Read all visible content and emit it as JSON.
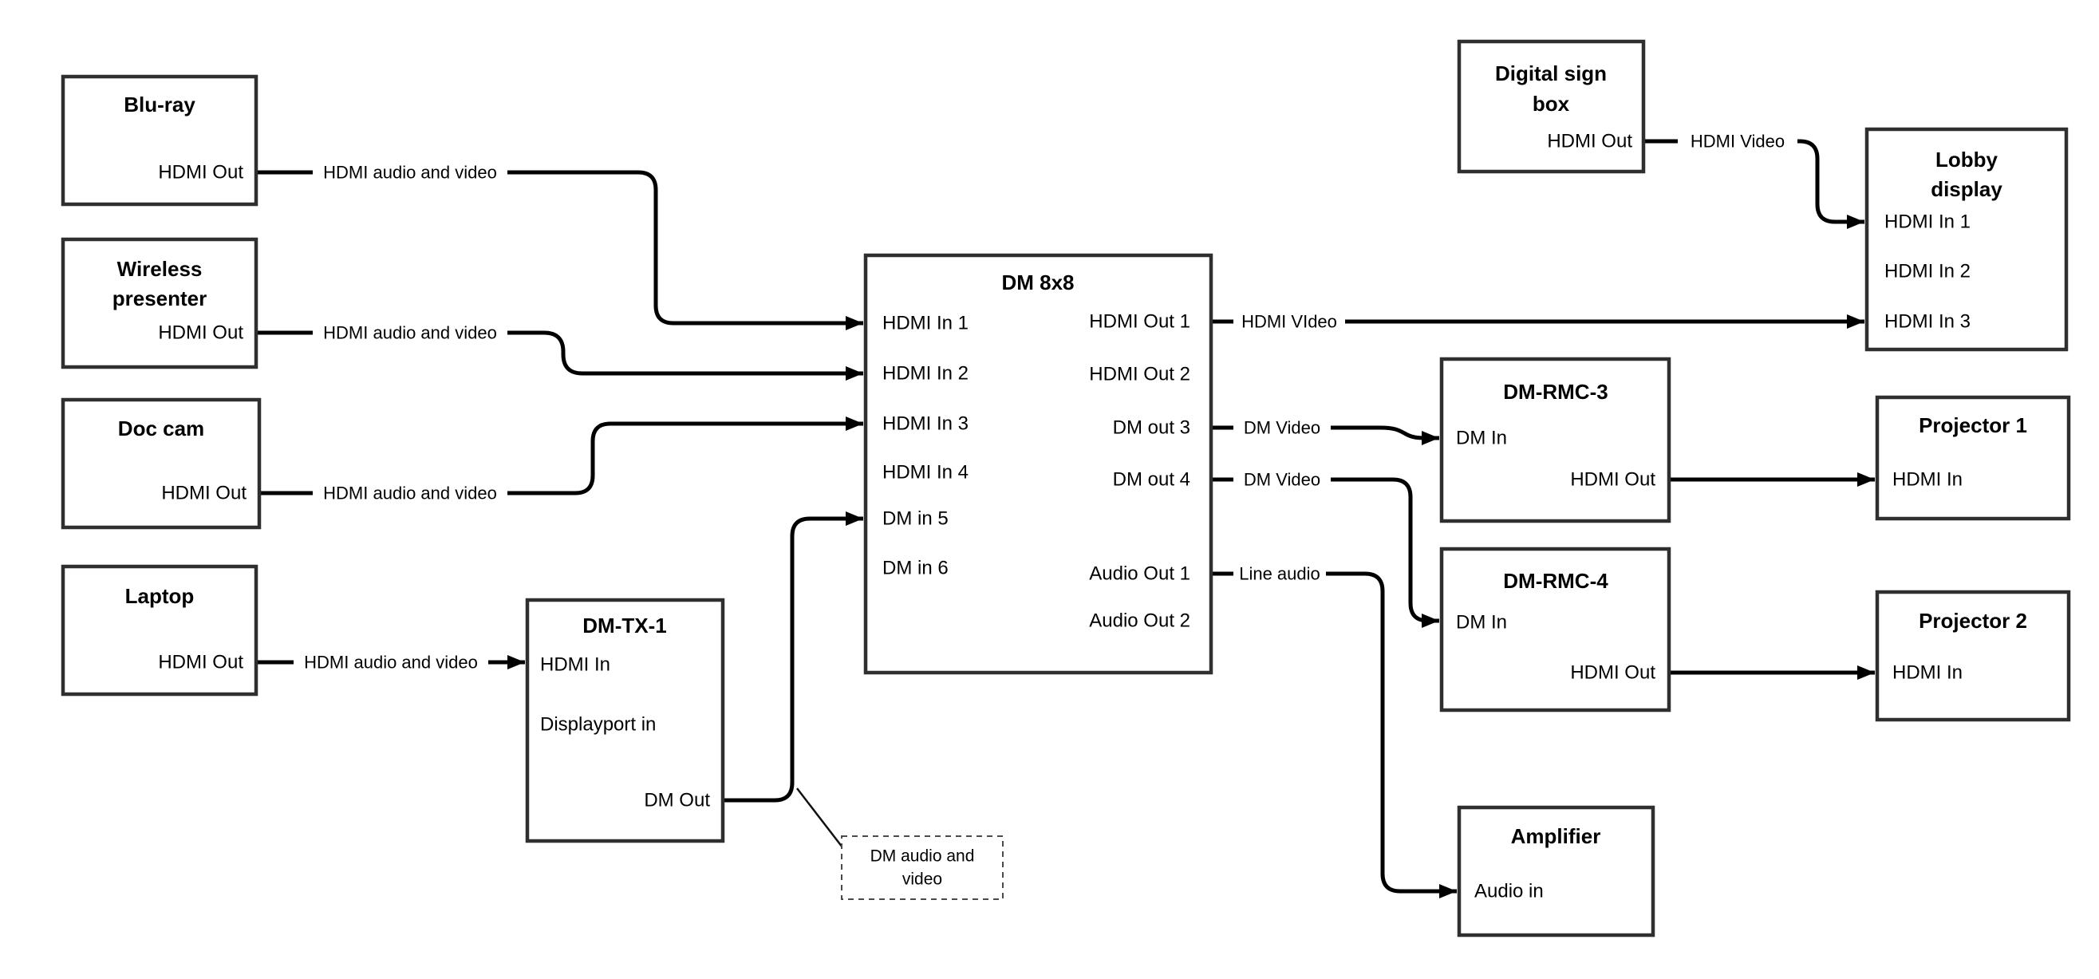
{
  "diagram": {
    "colors": {
      "background": "#ffffff",
      "wire": "#000000",
      "box_border": "#2f2f2f",
      "text": "#000000"
    },
    "boxes": {
      "bluray": {
        "title": "Blu-ray",
        "port_hdmi_out": "HDMI Out"
      },
      "wireless_presenter": {
        "title_line1": "Wireless",
        "title_line2": "presenter",
        "port_hdmi_out": "HDMI Out"
      },
      "doc_cam": {
        "title": "Doc cam",
        "port_hdmi_out": "HDMI Out"
      },
      "laptop": {
        "title": "Laptop",
        "port_hdmi_out": "HDMI Out"
      },
      "dm_tx_1": {
        "title": "DM-TX-1",
        "port_hdmi_in": "HDMI In",
        "port_displayport_in": "Displayport in",
        "port_dm_out": "DM Out"
      },
      "dm_8x8": {
        "title": "DM 8x8",
        "port_hdmi_in_1": "HDMI In 1",
        "port_hdmi_in_2": "HDMI In 2",
        "port_hdmi_in_3": "HDMI In 3",
        "port_hdmi_in_4": "HDMI In 4",
        "port_dm_in_5": "DM in 5",
        "port_dm_in_6": "DM in 6",
        "port_hdmi_out_1": "HDMI Out 1",
        "port_hdmi_out_2": "HDMI Out 2",
        "port_dm_out_3": "DM out 3",
        "port_dm_out_4": "DM out 4",
        "port_audio_out_1": "Audio Out 1",
        "port_audio_out_2": "Audio Out 2"
      },
      "digital_sign_box": {
        "title_line1": "Digital sign",
        "title_line2": "box",
        "port_hdmi_out": "HDMI Out"
      },
      "lobby_display": {
        "title_line1": "Lobby",
        "title_line2": "display",
        "port_hdmi_in_1": "HDMI In 1",
        "port_hdmi_in_2": "HDMI In 2",
        "port_hdmi_in_3": "HDMI In 3"
      },
      "dm_rmc_3": {
        "title": "DM-RMC-3",
        "port_dm_in": "DM In",
        "port_hdmi_out": "HDMI Out"
      },
      "projector_1": {
        "title": "Projector 1",
        "port_hdmi_in": "HDMI In"
      },
      "dm_rmc_4": {
        "title": "DM-RMC-4",
        "port_dm_in": "DM In",
        "port_hdmi_out": "HDMI Out"
      },
      "projector_2": {
        "title": "Projector 2",
        "port_hdmi_in": "HDMI In"
      },
      "amplifier": {
        "title": "Amplifier",
        "port_audio_in": "Audio in"
      }
    },
    "wire_labels": {
      "bluray_to_dm8x8": "HDMI audio and video",
      "wireless_to_dm8x8": "HDMI audio and video",
      "doc_cam_to_dm8x8": "HDMI audio and video",
      "laptop_to_dm_tx_1": "HDMI audio and video",
      "hdmi_out_1_to_lobby": "HDMI VIdeo",
      "dm_out_3_to_rmc3": "DM Video",
      "dm_out_4_to_rmc4": "DM Video",
      "audio_out_1_to_amplifier": "Line audio",
      "digital_sign_to_lobby": "HDMI Video"
    },
    "callout": {
      "line1": "DM audio and",
      "line2": "video"
    }
  }
}
